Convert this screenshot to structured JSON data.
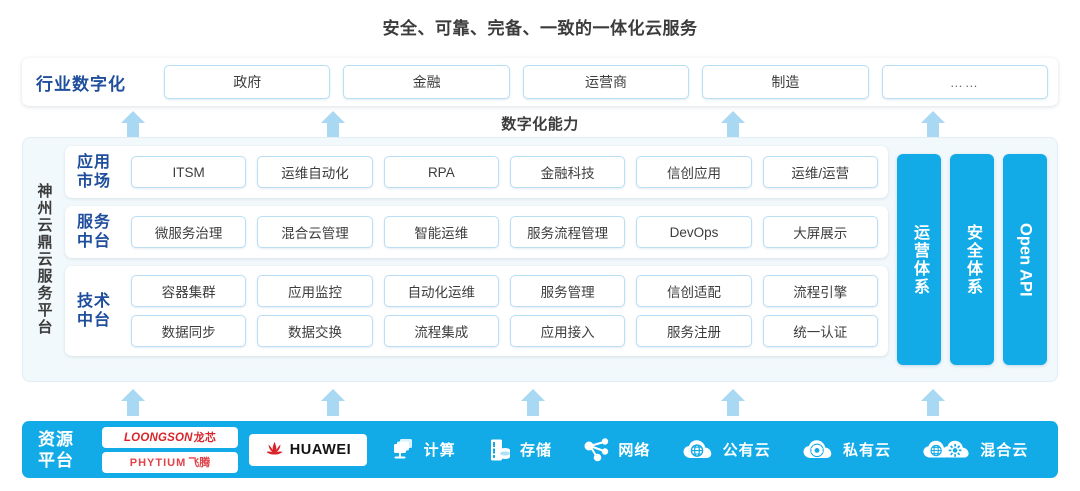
{
  "title": "安全、可靠、完备、一致的一体化云服务",
  "capability_title": "数字化能力",
  "industry": {
    "label": "行业数字化",
    "items": [
      "政府",
      "金融",
      "运营商",
      "制造",
      "……"
    ]
  },
  "platform": {
    "vertical_label": "神州云鼎云服务平台",
    "bands": [
      {
        "label_line1": "应用",
        "label_line2": "市场",
        "rows": [
          [
            "ITSM",
            "运维自动化",
            "RPA",
            "金融科技",
            "信创应用",
            "运维/运营"
          ]
        ]
      },
      {
        "label_line1": "服务",
        "label_line2": "中台",
        "rows": [
          [
            "微服务治理",
            "混合云管理",
            "智能运维",
            "服务流程管理",
            "DevOps",
            "大屏展示"
          ]
        ]
      },
      {
        "label_line1": "技术",
        "label_line2": "中台",
        "rows": [
          [
            "容器集群",
            "应用监控",
            "自动化运维",
            "服务管理",
            "信创适配",
            "流程引擎"
          ],
          [
            "数据同步",
            "数据交换",
            "流程集成",
            "应用接入",
            "服务注册",
            "统一认证"
          ]
        ]
      }
    ],
    "pillars": [
      "运营体系",
      "安全体系",
      "Open API"
    ]
  },
  "resource": {
    "label_line1": "资源",
    "label_line2": "平台",
    "logos": [
      {
        "name": "loongson",
        "latin": "LOONGSON",
        "cn": "龙芯"
      },
      {
        "name": "phytium",
        "latin": "PHYTIUM",
        "cn": "飞腾"
      }
    ],
    "huawei": "HUAWEI",
    "items": [
      {
        "icon": "compute-icon",
        "label": "计算"
      },
      {
        "icon": "storage-icon",
        "label": "存储"
      },
      {
        "icon": "network-icon",
        "label": "网络"
      },
      {
        "icon": "public-cloud-icon",
        "label": "公有云"
      },
      {
        "icon": "private-cloud-icon",
        "label": "私有云"
      },
      {
        "icon": "hybrid-cloud-icon",
        "label": "混合云"
      }
    ]
  },
  "colors": {
    "accent_blue": "#12abe8",
    "arrow_blue": "#a8d8f2",
    "label_navy": "#1f4e9c",
    "panel_bg": "#f2f9fc",
    "chip_border": "#badff4",
    "title_gray": "#3c3c3c"
  }
}
